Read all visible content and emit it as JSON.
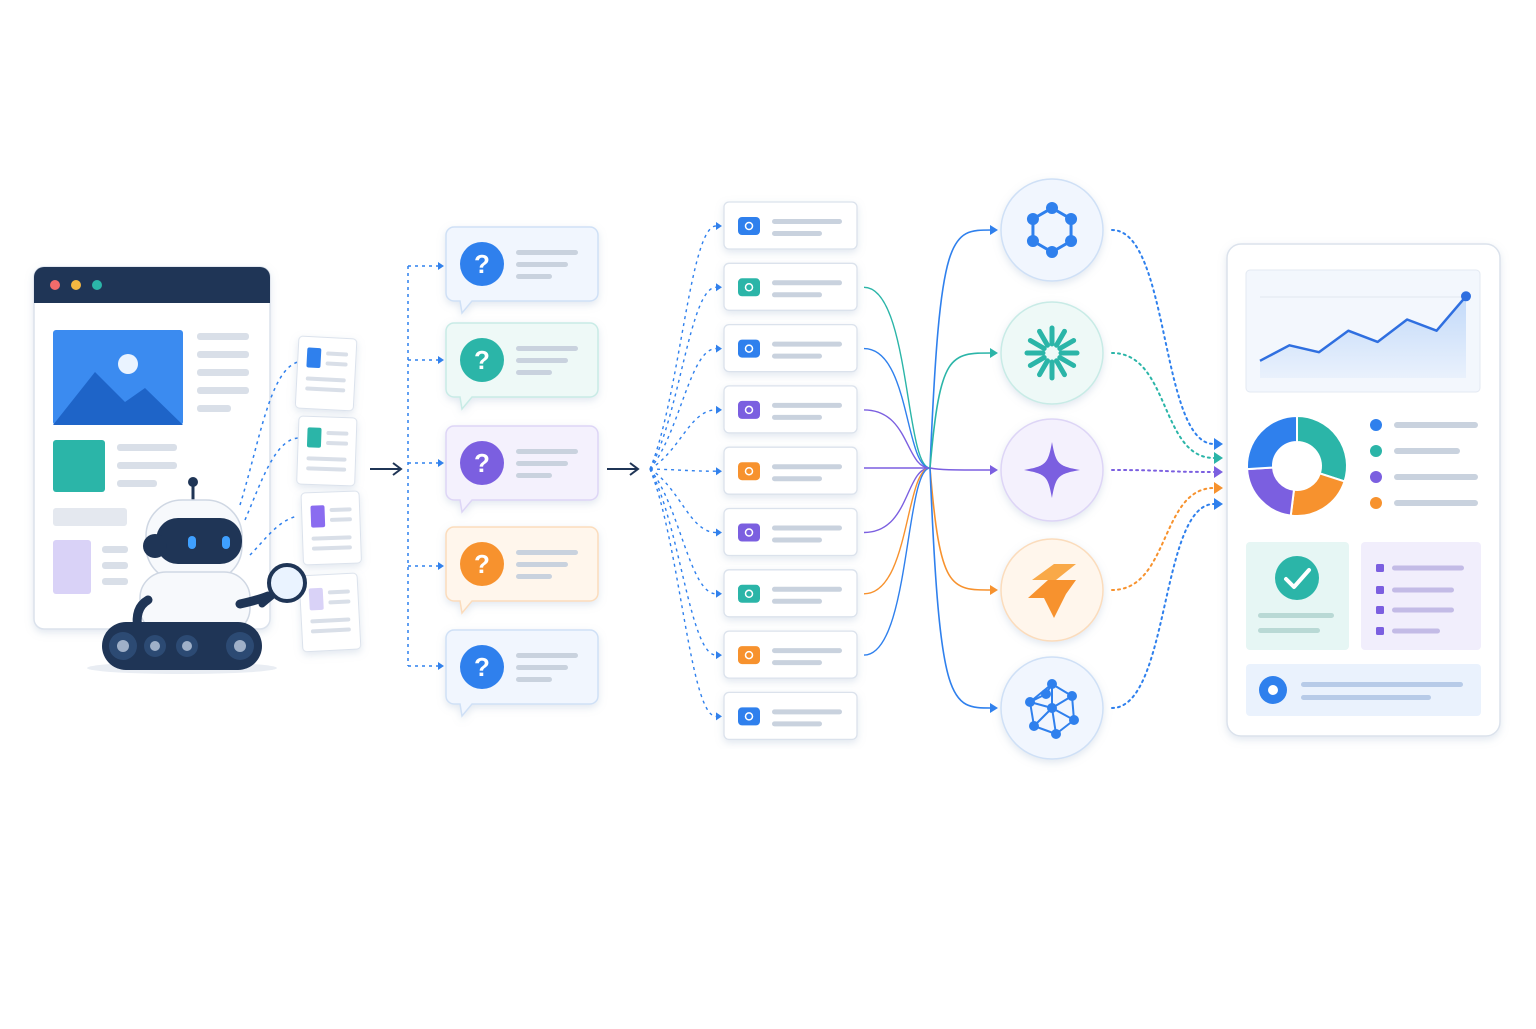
{
  "diagram": {
    "question_glyph": "?",
    "colors": {
      "navy": "#1f3556",
      "blue": "#2f80ed",
      "teal": "#2bb5a8",
      "purple": "#7b5fe0",
      "orange": "#f7922e",
      "line_gray": "#d6dbe4",
      "card_border": "#dbe2ec"
    },
    "question_cards": [
      {
        "color": "blue"
      },
      {
        "color": "teal"
      },
      {
        "color": "purple"
      },
      {
        "color": "orange"
      },
      {
        "color": "blue"
      }
    ],
    "answer_rows": [
      "blue",
      "teal",
      "blue",
      "purple",
      "orange",
      "purple",
      "teal",
      "orange",
      "blue"
    ],
    "models": [
      {
        "icon": "hexagon-network-icon",
        "color": "blue"
      },
      {
        "icon": "burst-icon",
        "color": "teal"
      },
      {
        "icon": "sparkle-icon",
        "color": "purple"
      },
      {
        "icon": "lightning-icon",
        "color": "orange"
      },
      {
        "icon": "neural-network-icon",
        "color": "blue"
      }
    ],
    "dashboard": {
      "line_chart_points": [
        0.2,
        0.38,
        0.3,
        0.55,
        0.42,
        0.68,
        0.55,
        0.95
      ],
      "donut_slices": [
        {
          "value": 0.3,
          "color": "teal"
        },
        {
          "value": 0.22,
          "color": "orange"
        },
        {
          "value": 0.22,
          "color": "purple"
        },
        {
          "value": 0.26,
          "color": "blue"
        }
      ],
      "legend_colors": [
        "blue",
        "teal",
        "purple",
        "orange"
      ]
    }
  }
}
